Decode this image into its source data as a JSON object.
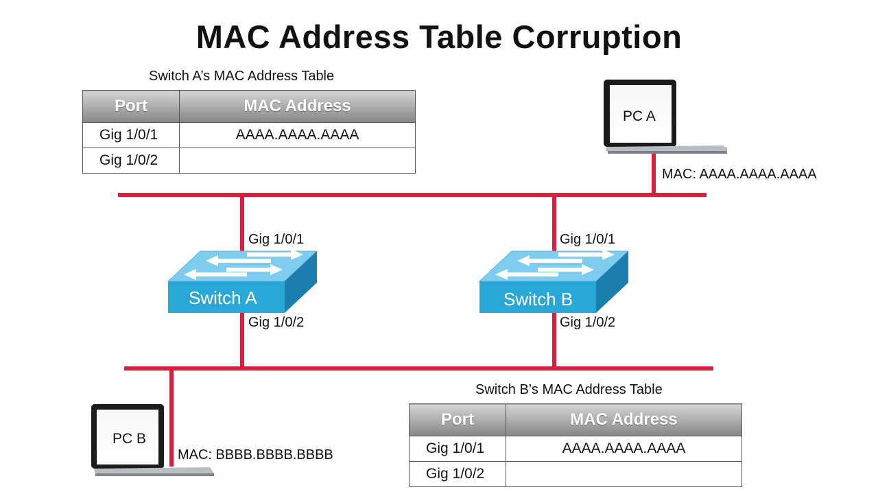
{
  "title": "MAC Address Table Corruption",
  "colors": {
    "link": "#d81f3c",
    "switch_face": "#29a7d6",
    "switch_top": "#7ecdee",
    "switch_side": "#1a7fae"
  },
  "table_a": {
    "caption": "Switch A’s MAC Address Table",
    "headers": [
      "Port",
      "MAC Address"
    ],
    "rows": [
      {
        "port": "Gig 1/0/1",
        "mac": "AAAA.AAAA.AAAA"
      },
      {
        "port": "Gig 1/0/2",
        "mac": ""
      }
    ]
  },
  "table_b": {
    "caption": "Switch B’s MAC Address Table",
    "headers": [
      "Port",
      "MAC Address"
    ],
    "rows": [
      {
        "port": "Gig 1/0/1",
        "mac": "AAAA.AAAA.AAAA"
      },
      {
        "port": "Gig 1/0/2",
        "mac": ""
      }
    ]
  },
  "pc_a": {
    "label": "PC A",
    "mac": "MAC: AAAA.AAAA.AAAA"
  },
  "pc_b": {
    "label": "PC B",
    "mac": "MAC: BBBB.BBBB.BBBB"
  },
  "switch_a": {
    "label": "Switch A",
    "port_top": "Gig 1/0/1",
    "port_bottom": "Gig 1/0/2"
  },
  "switch_b": {
    "label": "Switch B",
    "port_top": "Gig 1/0/1",
    "port_bottom": "Gig 1/0/2"
  },
  "icons": [
    "laptop-icon",
    "switch-icon"
  ]
}
